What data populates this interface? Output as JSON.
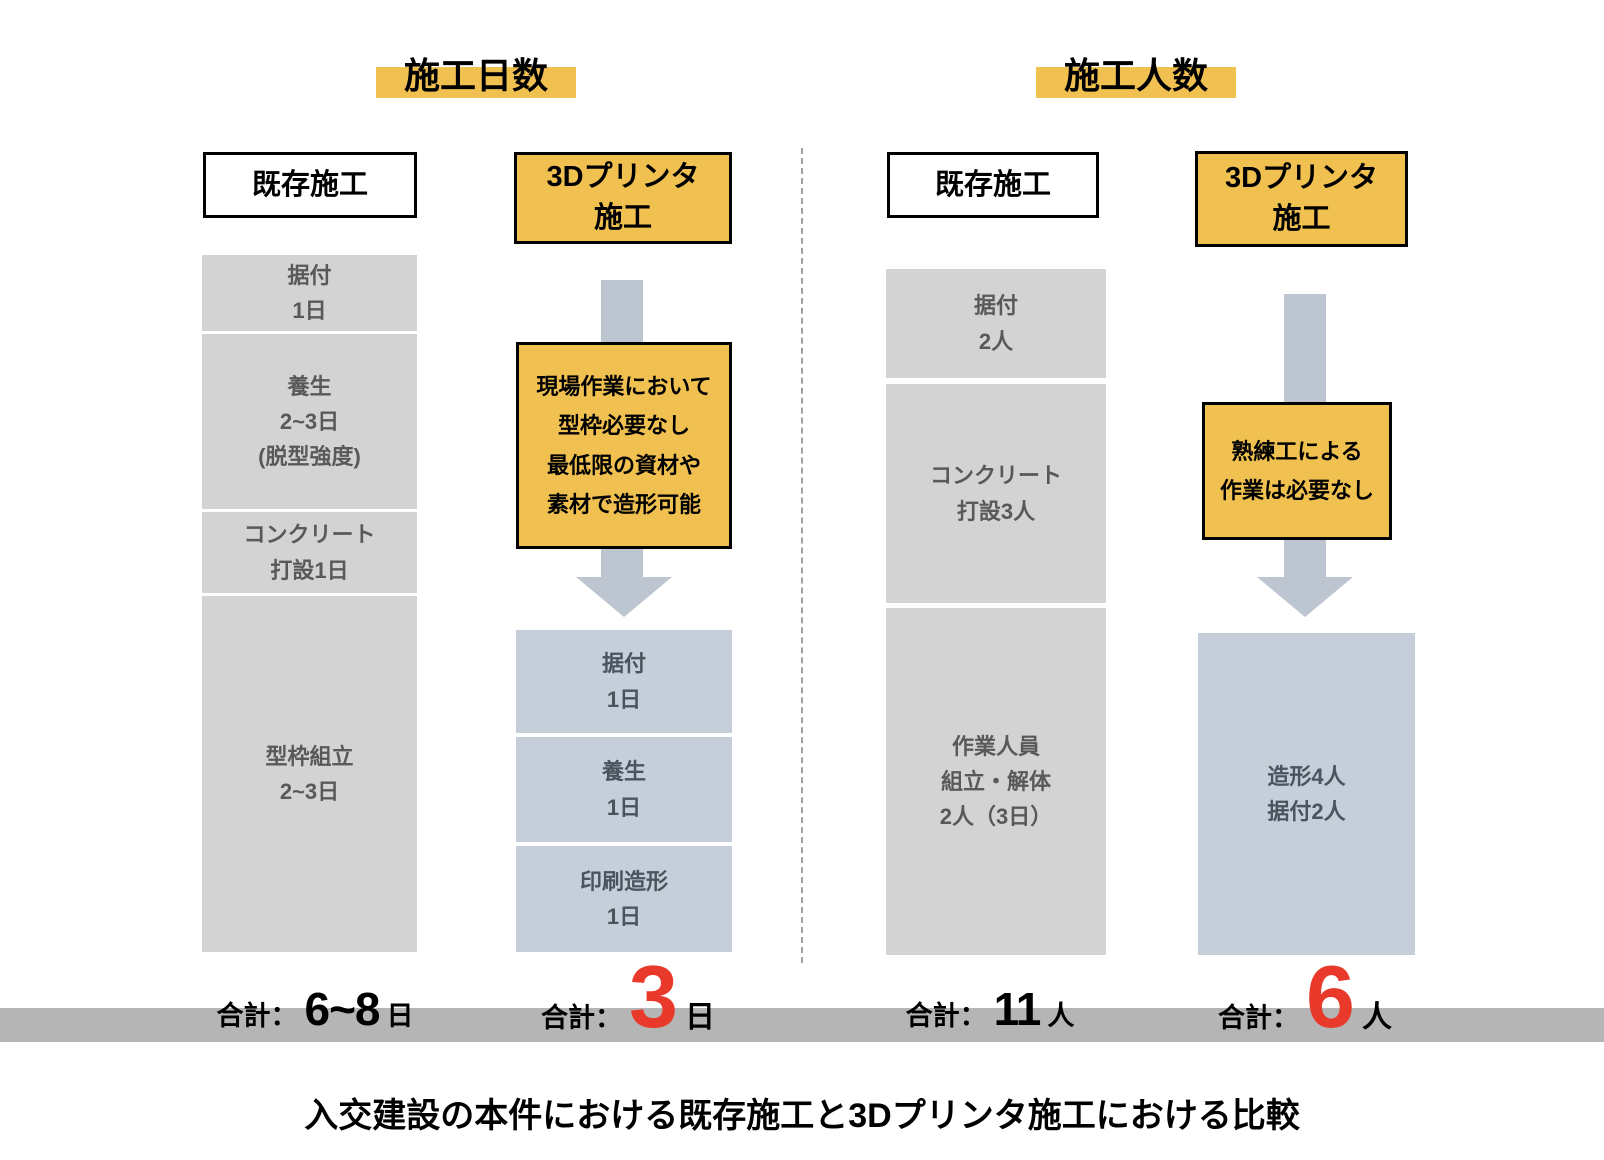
{
  "page_title": "入交建設の本件における既存施工と3Dプリンタ施工における比較",
  "colors": {
    "yellow_accent": "#F0C050",
    "gray_box": "#D3D3D3",
    "blue_gray_box": "#C5CED9",
    "arrow": "#BDC5D1",
    "totals_bar": "#B5B5B5",
    "red_highlight": "#E8392B"
  },
  "left": {
    "badge": "施工日数",
    "existing": {
      "header": "既存施工",
      "boxes": [
        "据付\n1日",
        "養生\n2~3日\n(脱型強度)",
        "コンクリート\n打設1日",
        "型枠組立\n2~3日"
      ],
      "total": {
        "label": "合計：",
        "value": "6~8",
        "unit": "日"
      }
    },
    "printer": {
      "header": "3Dプリンタ\n施工",
      "callout": "現場作業において\n型枠必要なし\n最低限の資材や\n素材で造形可能",
      "boxes": [
        "据付\n1日",
        "養生\n1日",
        "印刷造形\n1日"
      ],
      "total": {
        "label": "合計：",
        "value": "3",
        "unit": "日"
      }
    }
  },
  "right": {
    "badge": "施工人数",
    "existing": {
      "header": "既存施工",
      "boxes": [
        "据付\n2人",
        "コンクリート\n打設3人",
        "作業人員\n組立・解体\n2人（3日）"
      ],
      "total": {
        "label": "合計：",
        "value": "11",
        "unit": "人"
      }
    },
    "printer": {
      "header": "3Dプリンタ\n施工",
      "callout": "熟練工による\n作業は必要なし",
      "boxes": [
        "造形4人\n据付2人"
      ],
      "total": {
        "label": "合計：",
        "value": "6",
        "unit": "人"
      }
    }
  }
}
